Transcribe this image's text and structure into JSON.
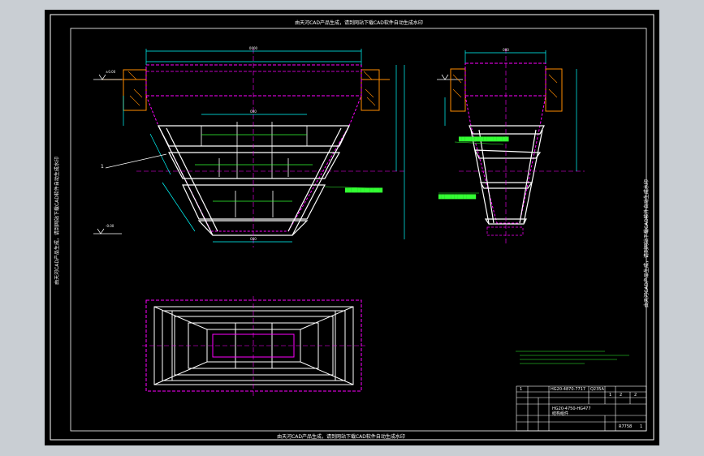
{
  "drawing": {
    "top_note": "由天河CAD产品生成，请到网站下载CAD软件自动生成水印",
    "bottom_note": "由天河CAD产品生成，请到网站下载CAD软件自动生成水印",
    "left_note": "由天河CAD产品生成，请到网站下载CAD软件自动生成水印",
    "right_note": "由天河CAD产品生成，请到网站下载CAD软件自动生成水印",
    "callout_number": "1"
  },
  "colors": {
    "background": "#000000",
    "frame": "#ffffff",
    "drawing_lines": "#ffffff",
    "dimension_lines": "#00ffff",
    "hidden_lines": "#ff00ff",
    "notes": "#33ff33",
    "foundation": "#ff8c00"
  },
  "title_block": {
    "row1": [
      "1",
      "HG20-4870-7717",
      "Q235A",
      ""
    ],
    "row2": [
      "",
      "",
      "",
      "1",
      "2",
      "2"
    ],
    "name1": "HG20-4750-HG477",
    "name2": "结构组件",
    "drawing_no": "R7758",
    "sheet": "1"
  }
}
